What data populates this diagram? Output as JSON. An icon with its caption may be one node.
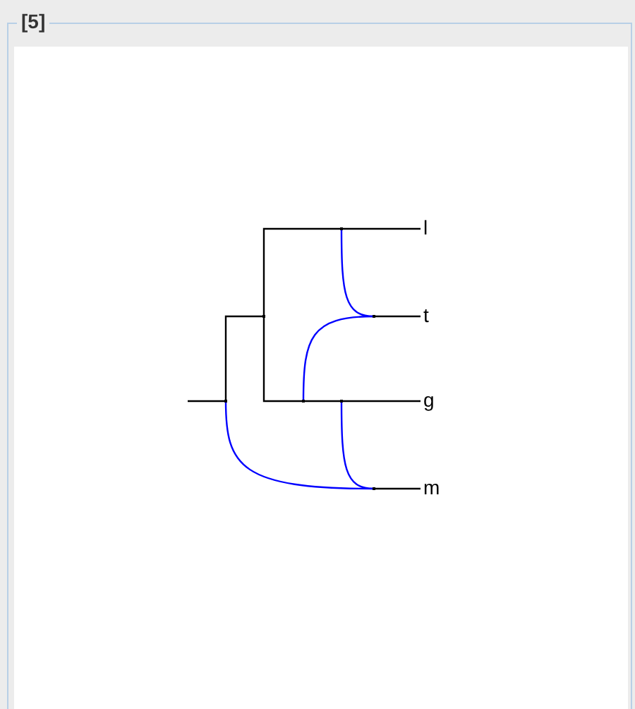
{
  "diagram": {
    "nodes": [
      {
        "text": [
          "l"
        ]
      },
      {
        "text": [
          "t"
        ]
      },
      {
        "text": [
          "g"
        ]
      },
      {
        "text": [
          "m"
        ]
      },
      {
        "text": [],
        "shape": "point"
      },
      {
        "text": [],
        "shape": "point"
      },
      {
        "text": [],
        "shape": "point"
      },
      {
        "text": [],
        "shape": "point"
      },
      {
        "text": [],
        "shape": "point"
      },
      {
        "text": [],
        "shape": "point"
      },
      {
        "text": [],
        "shape": "point"
      }
    ],
    "edges": [
      {
        "from": null,
        "to": 4,
        "arrow": "none"
      },
      {
        "from": 4,
        "to": 5,
        "arrow": "none"
      },
      {
        "from": 5,
        "to": 6,
        "arrow": "none"
      },
      {
        "from": 6,
        "to": 0,
        "arrow": "none"
      },
      {
        "from": 5,
        "to": 7,
        "arrow": "none"
      },
      {
        "from": 7,
        "to": 8,
        "arrow": "none"
      },
      {
        "from": 8,
        "to": 2,
        "arrow": "none"
      },
      {
        "from": 6,
        "to": 9,
        "arrow": "none",
        "color": "#0000ff"
      },
      {
        "from": 7,
        "to": 9,
        "arrow": "none",
        "color": "#0000ff"
      },
      {
        "from": 8,
        "to": 10,
        "arrow": "none",
        "color": "#0000ff"
      },
      {
        "from": 4,
        "to": 10,
        "arrow": "none",
        "color": "#0000ff"
      },
      {
        "from": 9,
        "to": 1,
        "arrow": "none"
      },
      {
        "from": 10,
        "to": 3,
        "arrow": "none"
      }
    ],
    "labels": [
      "[5]"
    ]
  }
}
